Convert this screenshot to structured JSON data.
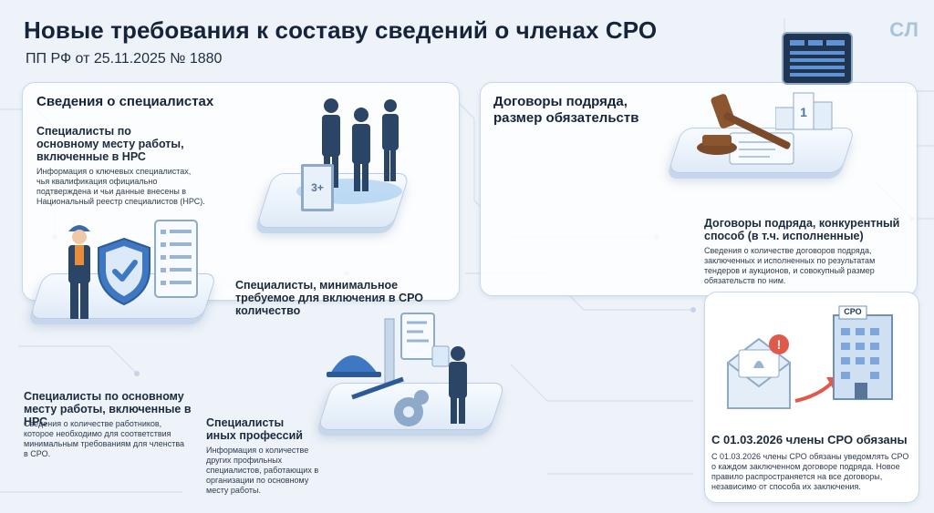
{
  "header": {
    "title": "Новые требования к составу сведений о членах СРО",
    "subtitle": "ПП РФ от 25.11.2025 № 1880",
    "logo": "СЛ"
  },
  "specialists": {
    "heading": "Сведения о специалистах",
    "nrs_block": {
      "title": "Специалисты по основному месту работы, включенные в НРС",
      "text": "Информация о ключевых специалистах, чья квалификация официально подтверждена и чьи данные внесены в Национальный реестр специалистов (НРС)."
    },
    "min_block": {
      "title": "Специалисты, минимальное требуемое для включения в СРО количество"
    },
    "main_block": {
      "title": "Специалисты по основному месту работы, включенные в НРС",
      "text": "Сведения о количестве работников, которое необходимо для соответствия минимальным требованиям для членства в СРО."
    },
    "other_block": {
      "title": "Специалисты иных профессий",
      "text": "Информация о количестве других профильных специалистов, работающих в организации по основному месту работы."
    },
    "door_label": "3+"
  },
  "contracts": {
    "heading": "Договоры подряда, размер обязательств",
    "block": {
      "title": "Договоры подряда, конкурентный способ (в т.ч. исполненные)",
      "text": "Сведения о количестве договоров подряда, заключенных и исполненных по результатам тендеров и аукционов, и совокупный размер обязательств по ним."
    },
    "notice": {
      "title": "С 01.03.2026 члены СРО обязаны",
      "text": "С 01.03.2026 члены СРО обязаны уведомлять СРО о каждом заключенном договоре подряда. Новое правило распространяется на все договоры, независимо от способа их заключения.",
      "building_sign": "СРО"
    }
  },
  "colors": {
    "navy": "#1f3552",
    "accent": "#3f78c2",
    "alert": "#e05a4c"
  }
}
